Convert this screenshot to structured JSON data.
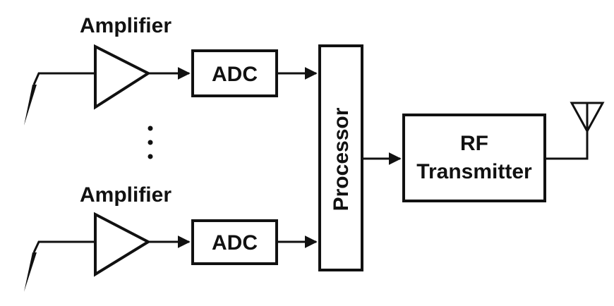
{
  "diagram": {
    "channels": [
      {
        "amplifier_label": "Amplifier",
        "adc_label": "ADC"
      },
      {
        "amplifier_label": "Amplifier",
        "adc_label": "ADC"
      }
    ],
    "ellipsis": "⋮",
    "processor_label": "Processor",
    "transmitter": {
      "line1": "RF",
      "line2": "Transmitter"
    },
    "colors": {
      "stroke": "#111111",
      "background": "#ffffff"
    }
  }
}
